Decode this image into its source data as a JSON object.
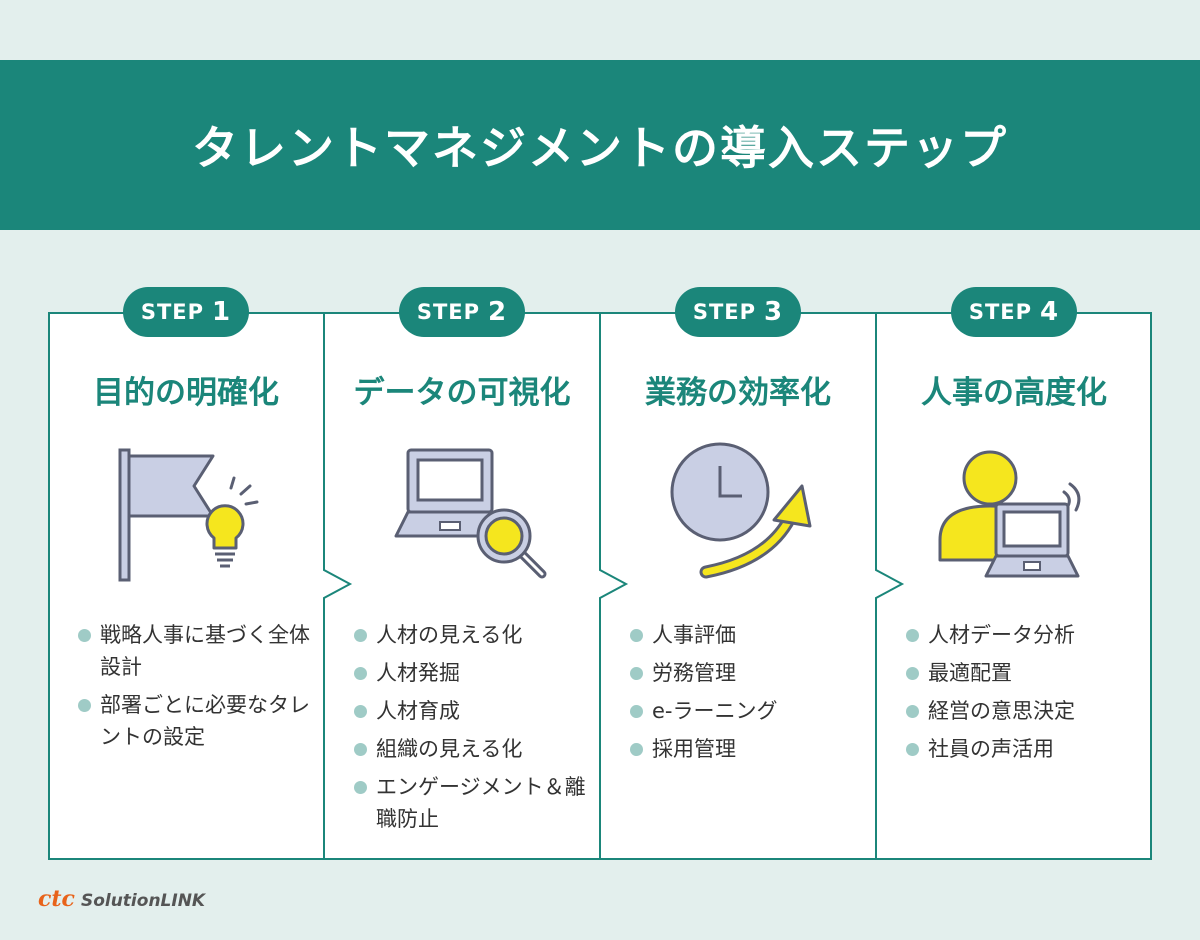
{
  "header": {
    "title": "タレントマネジメントの導入ステップ"
  },
  "steps": [
    {
      "label": "STEP",
      "number": "1",
      "title": "目的の明確化",
      "icon": "flag-lightbulb-icon",
      "bullets": [
        "戦略人事に基づく全体設計",
        "部署ごとに必要なタレントの設定"
      ]
    },
    {
      "label": "STEP",
      "number": "2",
      "title": "データの可視化",
      "icon": "laptop-magnifier-icon",
      "bullets": [
        "人材の見える化",
        "人材発掘",
        "人材育成",
        "組織の見える化",
        "エンゲージメント＆離職防止"
      ]
    },
    {
      "label": "STEP",
      "number": "3",
      "title": "業務の効率化",
      "icon": "clock-arrow-icon",
      "bullets": [
        "人事評価",
        "労務管理",
        "e-ラーニング",
        "採用管理"
      ]
    },
    {
      "label": "STEP",
      "number": "4",
      "title": "人事の高度化",
      "icon": "person-laptop-icon",
      "bullets": [
        "人材データ分析",
        "最適配置",
        "経営の意思決定",
        "社員の声活用"
      ]
    }
  ],
  "colors": {
    "teal": "#1b867a",
    "background": "#e3efed",
    "highlight": "#f6f28c",
    "bullet": "#9fcbc6",
    "icon_fill": "#c9cfe4",
    "icon_stroke": "#5a5f73",
    "yellow": "#f5e61e"
  },
  "footer": {
    "brand_mark": "ctc",
    "brand_name": "SolutionLINK"
  }
}
